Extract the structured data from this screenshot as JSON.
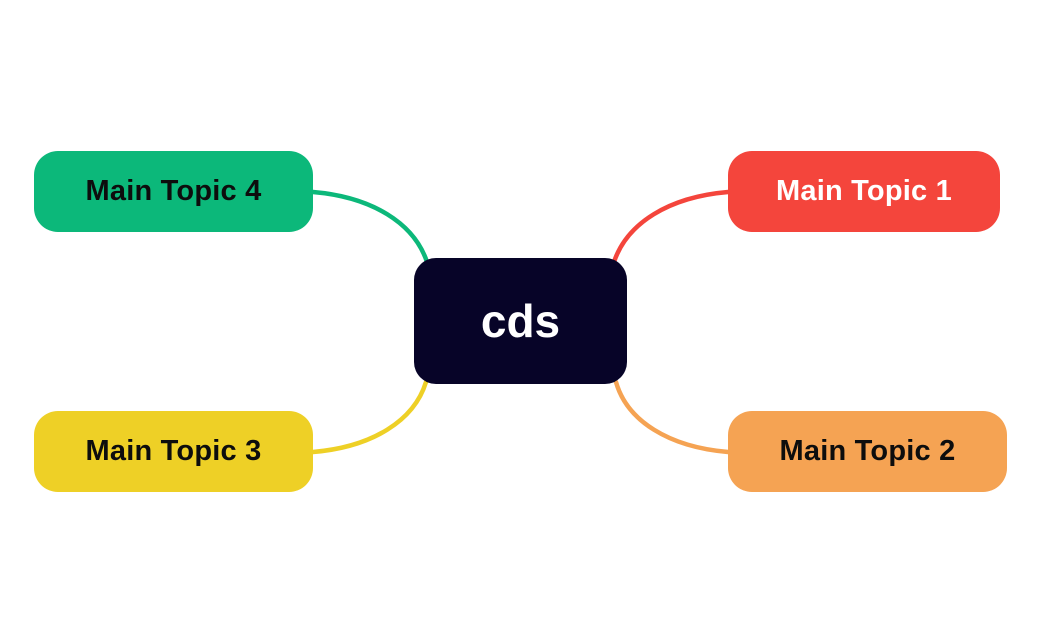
{
  "canvas": {
    "background": "#ffffff"
  },
  "mindmap": {
    "root": {
      "label": "cds",
      "bg": "#070428",
      "text_color": "#ffffff"
    },
    "topics": [
      {
        "label": "Main Topic 1",
        "bg": "#f4453c",
        "text_color": "#ffffff",
        "position": "top-right"
      },
      {
        "label": "Main Topic 2",
        "bg": "#f5a353",
        "text_color": "#0d0d0d",
        "position": "bottom-right"
      },
      {
        "label": "Main Topic 3",
        "bg": "#eed026",
        "text_color": "#0d0d0d",
        "position": "bottom-left"
      },
      {
        "label": "Main Topic 4",
        "bg": "#0cb87a",
        "text_color": "#0d0d0d",
        "position": "top-left"
      }
    ],
    "connectors": [
      {
        "from": "cds",
        "to": "Main Topic 1",
        "color": "#f4453c"
      },
      {
        "from": "cds",
        "to": "Main Topic 2",
        "color": "#f5a353"
      },
      {
        "from": "cds",
        "to": "Main Topic 3",
        "color": "#eed026"
      },
      {
        "from": "cds",
        "to": "Main Topic 4",
        "color": "#0cb87a"
      }
    ]
  }
}
